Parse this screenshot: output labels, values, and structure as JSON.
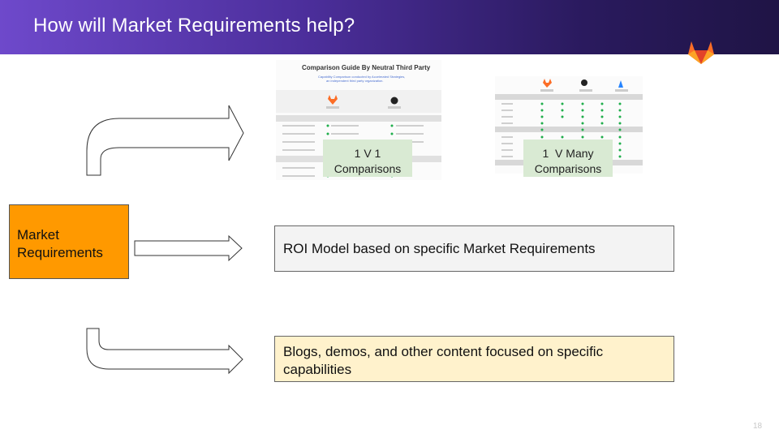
{
  "slide": {
    "title": "How will Market Requirements help?",
    "page_number": "18"
  },
  "market_box": {
    "label_line1": "Market",
    "label_line2": "Requirements"
  },
  "comparison_one": {
    "doc_title": "Comparison Guide By Neutral Third Party",
    "doc_subtitle_line1": "Capability Comparison conducted by Accelerated Strategies,",
    "doc_subtitle_line2": "an independent third party organization.",
    "label_line1": "1 V 1",
    "label_line2": "Comparisons"
  },
  "comparison_many": {
    "label_line1": "1  V Many",
    "label_line2": "Comparisons"
  },
  "roi_box": {
    "text": "ROI Model based on specific Market Requirements"
  },
  "blogs_box": {
    "text_line1": "Blogs, demos, and other content focused on specific",
    "text_line2": "capabilities"
  },
  "icons": [
    "gitlab-fox-icon",
    "github-icon",
    "atlassian-icon"
  ],
  "colors": {
    "header_start": "#6e49cb",
    "header_end": "#1f1445",
    "market_fill": "#ff9900",
    "roi_fill": "#f3f3f3",
    "blogs_fill": "#fff2cc",
    "overlay_fill": "#d9ead3",
    "check_green": "#1fae4b",
    "gitlab_orange": "#fc6d26"
  }
}
